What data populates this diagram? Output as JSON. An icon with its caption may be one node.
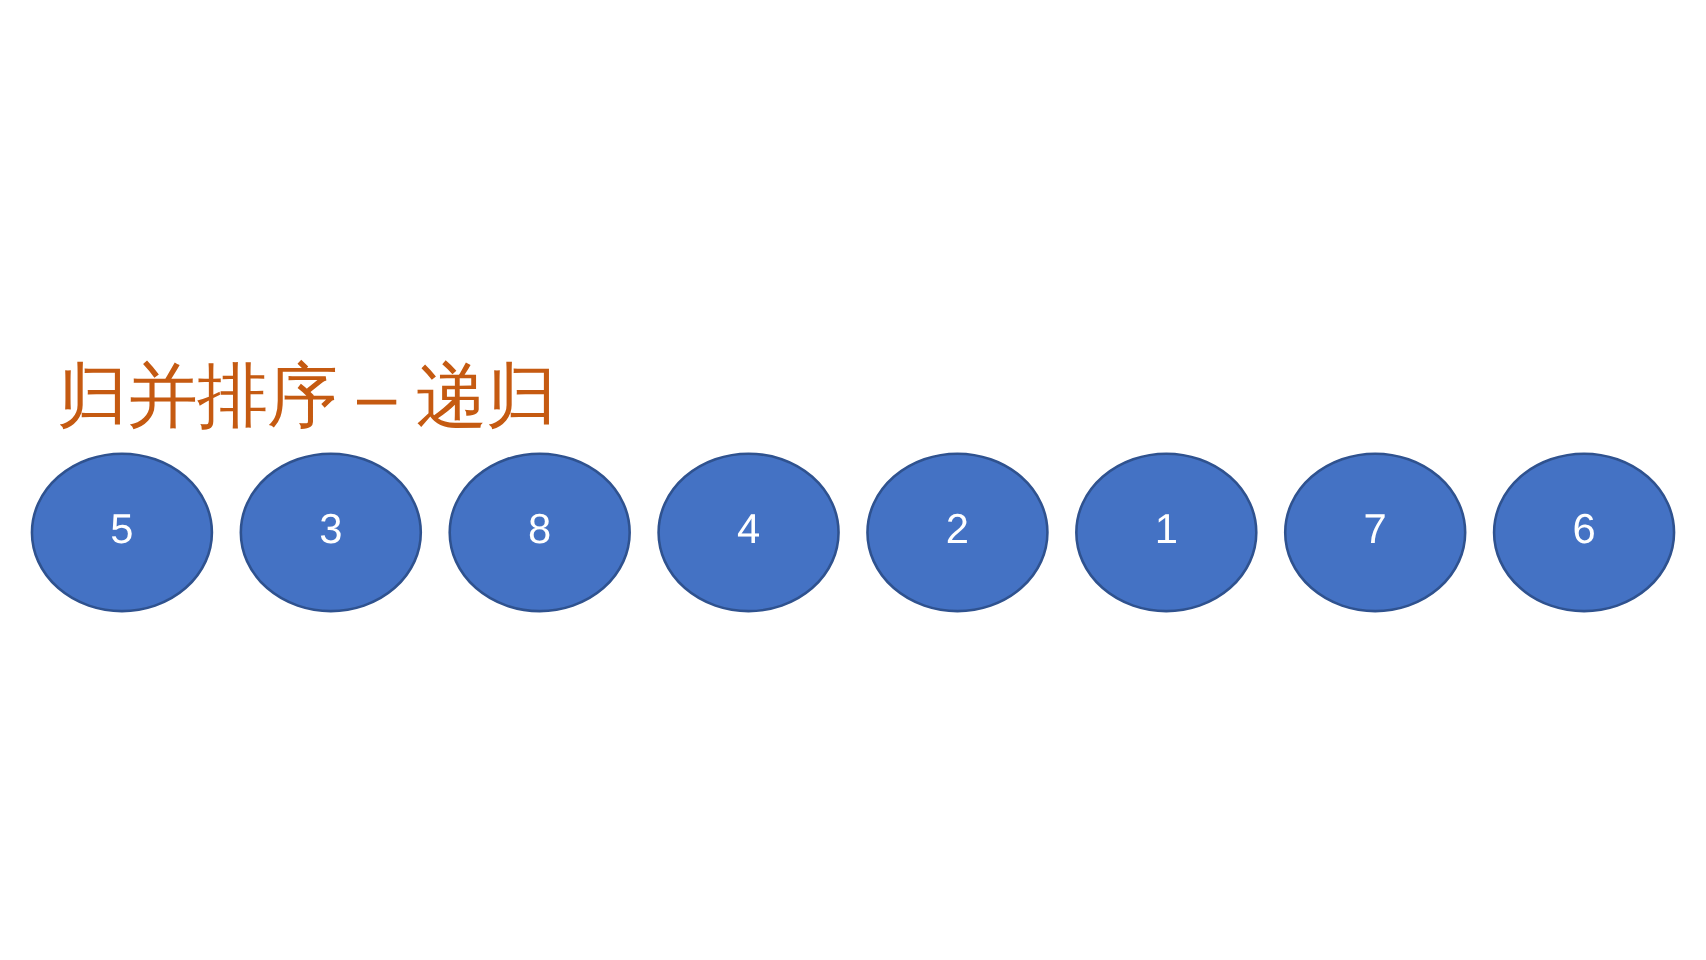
{
  "diagram": {
    "title": "归并排序 – 递归",
    "nodes": [
      {
        "text": [
          "5"
        ]
      },
      {
        "text": [
          "3"
        ]
      },
      {
        "text": [
          "8"
        ]
      },
      {
        "text": [
          "4"
        ]
      },
      {
        "text": [
          "2"
        ]
      },
      {
        "text": [
          "1"
        ]
      },
      {
        "text": [
          "7"
        ]
      },
      {
        "text": [
          "6"
        ]
      }
    ]
  }
}
